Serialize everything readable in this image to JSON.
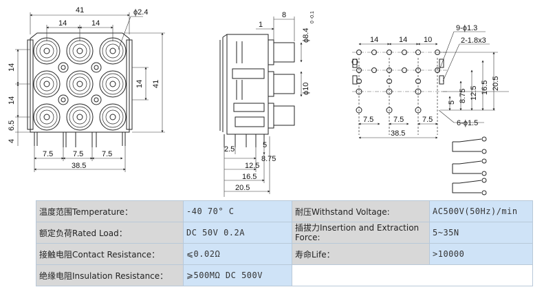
{
  "front_view": {
    "dim_total_width": "41",
    "dim_top_pitch_a": "14",
    "dim_top_pitch_b": "14",
    "dim_pin_dia": "ϕ2.4",
    "dim_left_a": "14",
    "dim_left_b": "14",
    "dim_left_c": "6.5",
    "dim_left_d": "4",
    "dim_right_pitch": "14",
    "dim_right_height": "41",
    "dim_bottom_a": "7.5",
    "dim_bottom_b": "7.5",
    "dim_bottom_c": "7.5",
    "dim_bottom_total": "38.5"
  },
  "side_view": {
    "dim_top_8": "8",
    "dim_top_1": "1",
    "dim_plug_dia": "ϕ8.4",
    "dim_plug_dia_tol": "0 -0.1",
    "dim_body_dia": "ϕ10",
    "dim_2_5": "2.5",
    "dim_5": "5",
    "dim_8_75": "8.75",
    "dim_12_5": "12.5",
    "dim_16_5": "16.5",
    "dim_20_5": "20.5"
  },
  "pcb_layout": {
    "dim_pitch_a": "14",
    "dim_pitch_b": "14",
    "dim_pitch_c": "10",
    "label_holes_a": "9-ϕ1.3",
    "label_holes_b": "2-1.8x3",
    "label_holes_c": "6-ϕ1.5",
    "dim_right_5": "5",
    "dim_right_8_75": "8.75",
    "dim_right_12_5": "12.5",
    "dim_right_16_5": "16.5",
    "dim_right_20_5": "20.5",
    "dim_bottom_a": "7.5",
    "dim_bottom_b": "7.5",
    "dim_bottom_c": "7.5",
    "dim_bottom_total": "38.5"
  },
  "specs": {
    "temperature_label": "温度范围Temperature：",
    "temperature_value": "-40   70° C",
    "load_label": "额定负荷Rated Load：",
    "load_value": "DC 50V 0.2A",
    "contact_label": "接触电阻Contact Resistance：",
    "contact_value": "⩽0.02Ω",
    "insulation_label": "绝缘电阻Insulation Resistance：",
    "insulation_value": "⩾500MΩ  DC  500V",
    "withstand_label": "耐压Withstand Voltage:",
    "withstand_value": "AC500V(50Hz)/min",
    "insertion_label": "插拔力Insertion and Extraction Force:",
    "insertion_value": "5~35N",
    "life_label": "寿命Life：",
    "life_value": ">10000"
  }
}
